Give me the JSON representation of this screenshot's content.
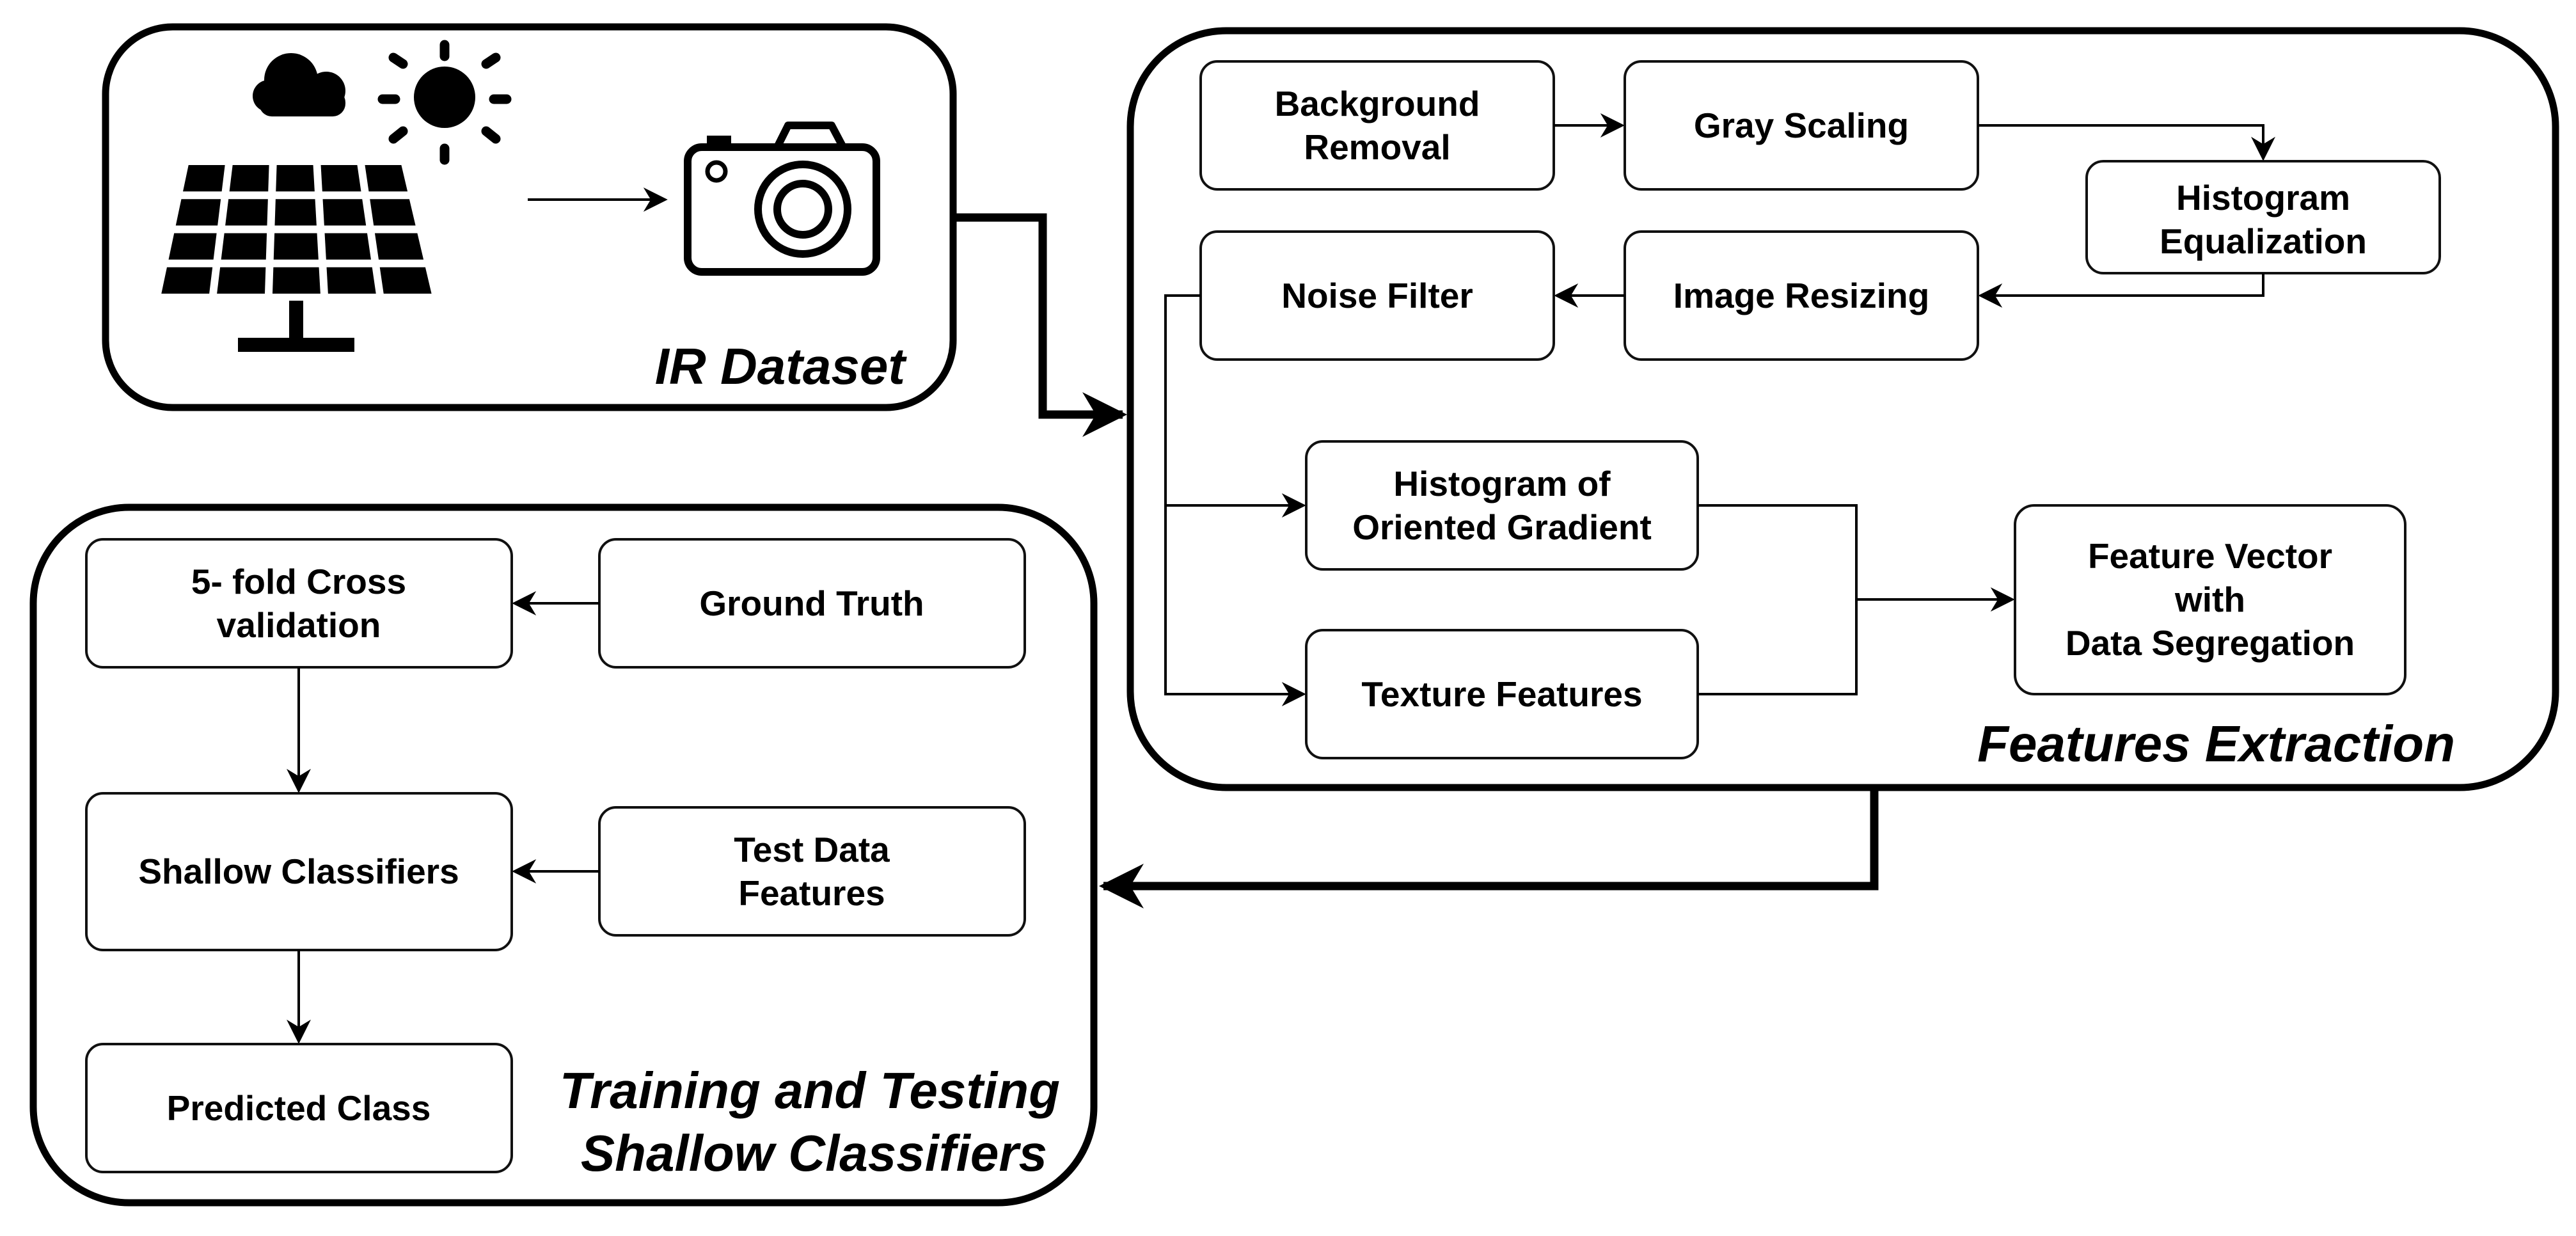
{
  "panels": {
    "ir_dataset": {
      "title": "IR Dataset"
    },
    "features_extraction": {
      "title": "Features Extraction"
    },
    "training_testing": {
      "title_line1": "Training and Testing",
      "title_line2": "Shallow Classifiers"
    }
  },
  "boxes": {
    "background_removal": [
      "Background",
      "Removal"
    ],
    "gray_scaling": [
      "Gray Scaling"
    ],
    "histogram_equalization": [
      "Histogram",
      "Equalization"
    ],
    "image_resizing": [
      "Image Resizing"
    ],
    "noise_filter": [
      "Noise Filter"
    ],
    "hog": [
      "Histogram of",
      "Oriented Gradient"
    ],
    "texture_features": [
      "Texture Features"
    ],
    "feature_vector": [
      "Feature Vector",
      "with",
      "Data Segregation"
    ],
    "cross_validation": [
      "5- fold Cross",
      "validation"
    ],
    "ground_truth": [
      "Ground Truth"
    ],
    "shallow_classifiers": [
      "Shallow Classifiers"
    ],
    "test_data_features": [
      "Test Data",
      "Features"
    ],
    "predicted_class": [
      "Predicted Class"
    ]
  },
  "icons": [
    "cloud-icon",
    "sun-icon",
    "solar-panel-icon",
    "camera-icon"
  ],
  "colors": {
    "stroke": "#000000",
    "fill": "#ffffff"
  }
}
